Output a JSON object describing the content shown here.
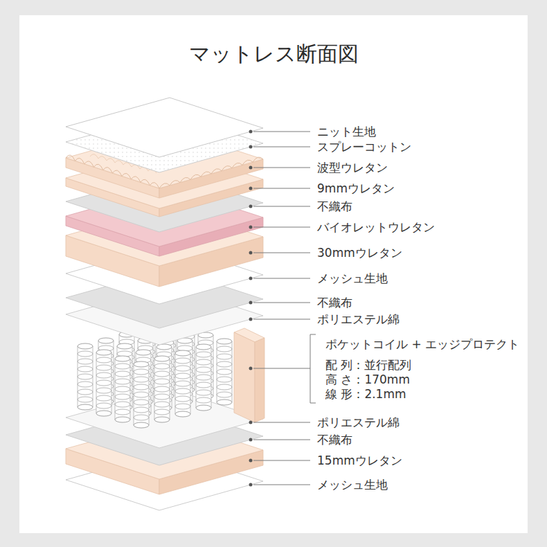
{
  "diagram": {
    "title": "マットレス断面図",
    "labels": [
      "ニット生地",
      "スプレーコットン",
      "波型ウレタン",
      "9mmウレタン",
      "不織布",
      "バイオレットウレタン",
      "30mmウレタン",
      "メッシュ生地",
      "不織布",
      "ポリエステル綿",
      "ポケットコイル + エッジプロテクト",
      "配 列：並行配列",
      "高 さ：170mm",
      "線 形：2.1mm",
      "ポリエステル綿",
      "不織布",
      "15mmウレタン",
      "メッシュ生地"
    ]
  }
}
